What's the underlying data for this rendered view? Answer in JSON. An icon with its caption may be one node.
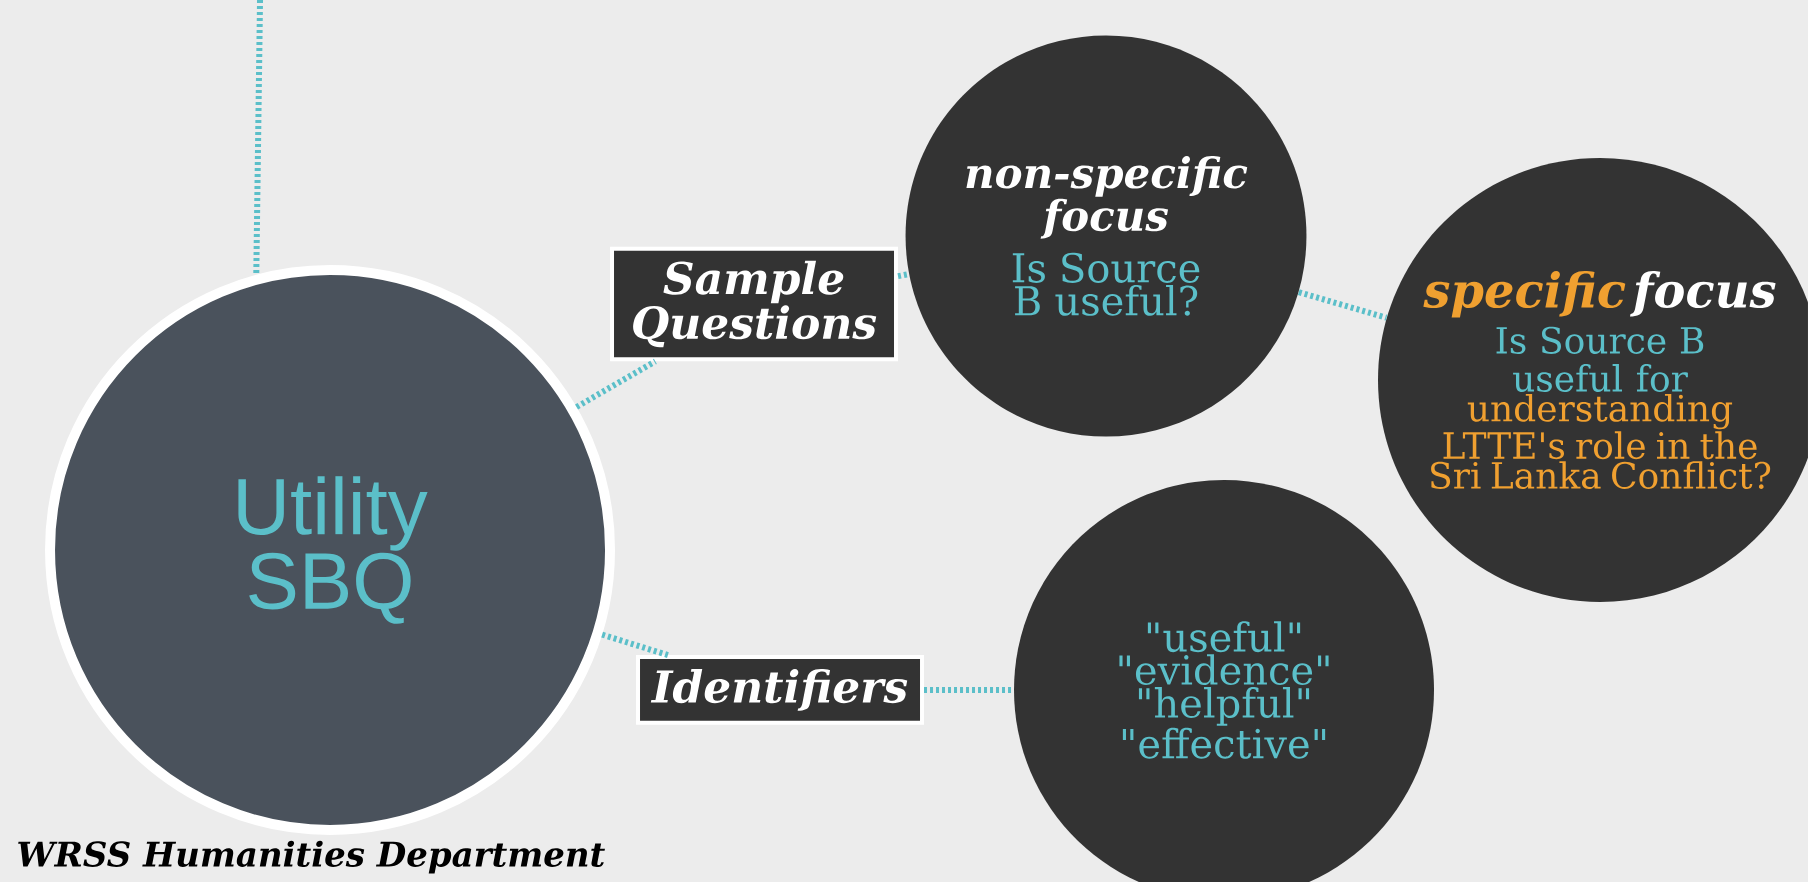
{
  "diagram": {
    "nodes": [
      {
        "text": [
          "Utility SBQ"
        ]
      },
      {
        "text": [
          "Sample Questions"
        ]
      },
      {
        "text": [
          "non-specific focus",
          "Is Source B useful?"
        ]
      },
      {
        "text": [
          "specific",
          "focus",
          "Is Source B useful for",
          "understanding LTTE's role in the Sri Lanka Conflict?"
        ]
      },
      {
        "text": [
          "Identifiers"
        ]
      },
      {
        "text": [
          "\"useful\" \"evidence\" \"helpful\" \"effective\""
        ]
      }
    ],
    "edges": [
      {
        "from": null,
        "to": 0,
        "arrow": "none"
      },
      {
        "from": 0,
        "to": 1,
        "arrow": "none"
      },
      {
        "from": 1,
        "to": 2,
        "arrow": "none"
      },
      {
        "from": 2,
        "to": 3,
        "arrow": "none"
      },
      {
        "from": 0,
        "to": 4,
        "arrow": "none"
      },
      {
        "from": 4,
        "to": 5,
        "arrow": "none"
      }
    ],
    "labels": [
      "WRSS Humanities Department"
    ]
  }
}
